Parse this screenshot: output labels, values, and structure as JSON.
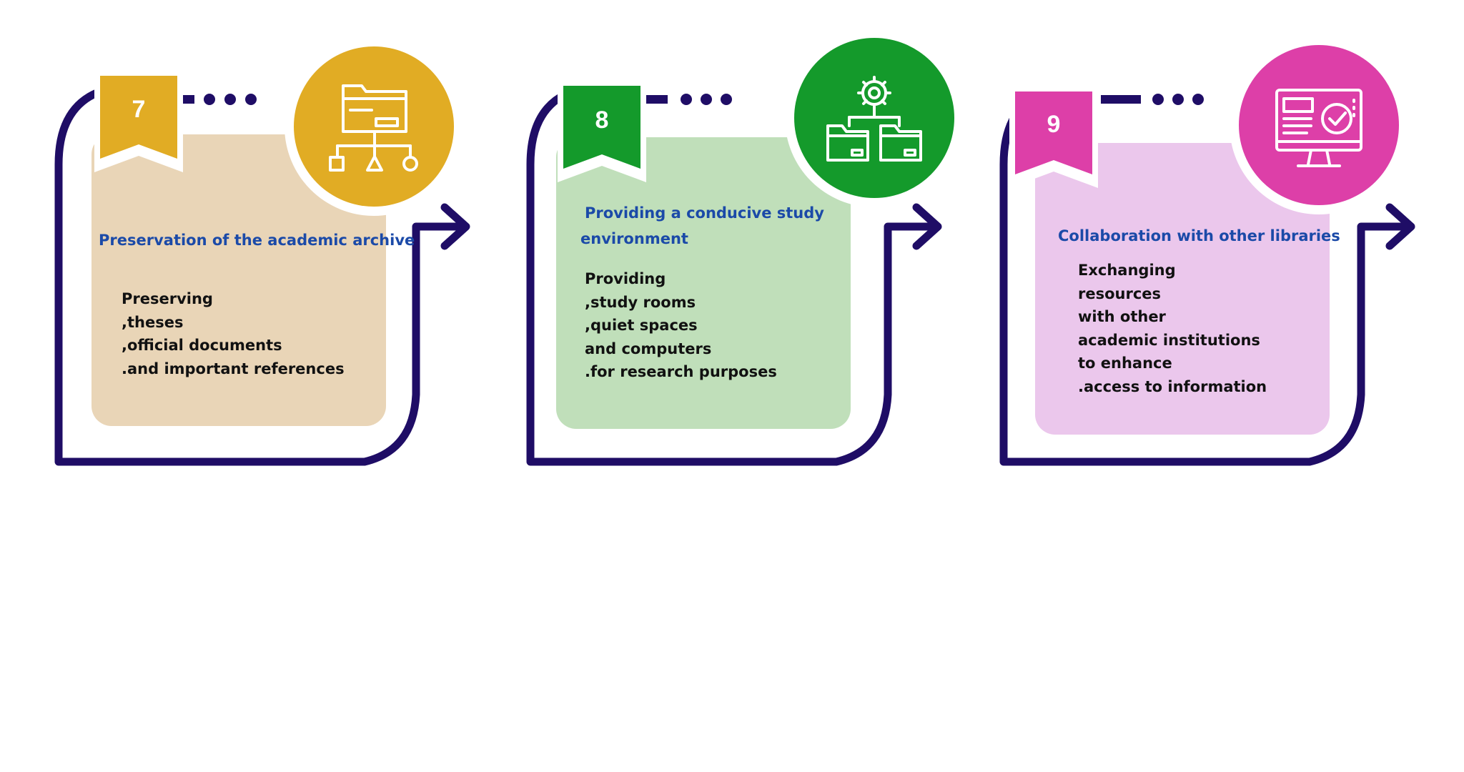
{
  "colors": {
    "path": "#1f0d66",
    "step7_accent": "#e1ac24",
    "step7_card": "#e9d5b7",
    "step8_accent": "#149a2b",
    "step8_card": "#c0dfba",
    "step9_accent": "#dd3fa8",
    "step9_card": "#ebc7ec",
    "title_text": "#1b4aa8",
    "body_text": "#111111"
  },
  "steps": [
    {
      "number": "7",
      "icon": "folder-hierarchy-icon",
      "title_lines": [
        "Preservation of the academic archive"
      ],
      "lines": [
        "Preserving",
        ",theses",
        ",official documents",
        ".and important references"
      ]
    },
    {
      "number": "8",
      "icon": "gear-folders-icon",
      "title_lines": [
        "Providing a conducive study",
        "environment"
      ],
      "lines": [
        "Providing",
        ",study rooms",
        ",quiet spaces",
        "and computers",
        ".for research purposes"
      ]
    },
    {
      "number": "9",
      "icon": "monitor-check-icon",
      "title_lines": [
        "Collaboration with other libraries"
      ],
      "lines": [
        "Exchanging",
        "resources",
        "with other",
        "academic institutions",
        "to enhance",
        ".access to information"
      ]
    }
  ]
}
